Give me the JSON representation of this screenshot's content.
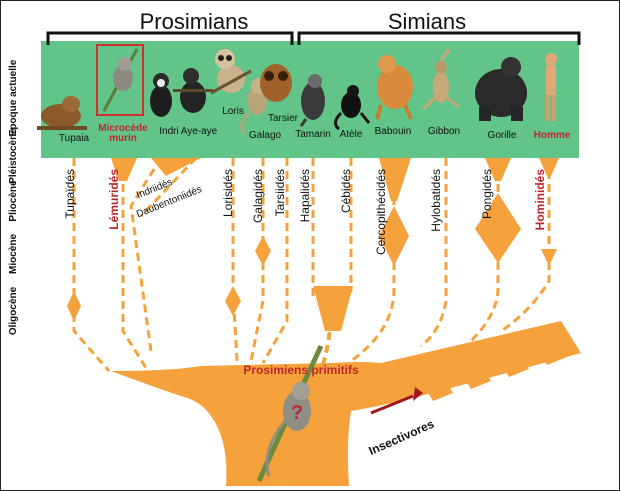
{
  "colors": {
    "branch": "#F5A23C",
    "band": "#63C489",
    "label": "#111111",
    "highlight": "#C0262D",
    "insect_arrow": "#A01818"
  },
  "groups": [
    {
      "name": "Prosimians"
    },
    {
      "name": "Simians"
    }
  ],
  "epochs": [
    {
      "label": "Epoque actuelle"
    },
    {
      "label": "Pléistocène"
    },
    {
      "label": "Pliocène"
    },
    {
      "label": "Miocène"
    },
    {
      "label": "Oligocène"
    }
  ],
  "species": [
    {
      "name": "Tupaia",
      "highlight": false
    },
    {
      "name": "Microcède",
      "name2": "murin",
      "highlight": true
    },
    {
      "name": "Indri",
      "highlight": false
    },
    {
      "name": "Aye-aye",
      "highlight": false
    },
    {
      "name": "Loris",
      "highlight": false
    },
    {
      "name": "Galago",
      "highlight": false
    },
    {
      "name": "Tarsier",
      "highlight": false
    },
    {
      "name": "Tamarin",
      "highlight": false
    },
    {
      "name": "Atèle",
      "highlight": false
    },
    {
      "name": "Babouin",
      "highlight": false
    },
    {
      "name": "Gibbon",
      "highlight": false
    },
    {
      "name": "Gorille",
      "highlight": false
    },
    {
      "name": "Homme",
      "highlight": true
    }
  ],
  "families": [
    {
      "name": "Tupaïdés",
      "highlight": false
    },
    {
      "name": "Lémuridés",
      "highlight": true
    },
    {
      "name": "Indriidés",
      "highlight": false
    },
    {
      "name": "Daubentoniidés",
      "highlight": false
    },
    {
      "name": "Lorisidés",
      "highlight": false
    },
    {
      "name": "Galagidés",
      "highlight": false
    },
    {
      "name": "Tarsiidés",
      "highlight": false
    },
    {
      "name": "Hapalidés",
      "highlight": false
    },
    {
      "name": "Cébidés",
      "highlight": false
    },
    {
      "name": "Cercopithécidés",
      "highlight": false
    },
    {
      "name": "Hylobatidés",
      "highlight": false
    },
    {
      "name": "Pongidés",
      "highlight": false
    },
    {
      "name": "Hominidés",
      "highlight": true
    }
  ],
  "annotations": {
    "ancestor": "Prosimiens primitifs",
    "insectivores": "Insectivores",
    "question": "?"
  }
}
